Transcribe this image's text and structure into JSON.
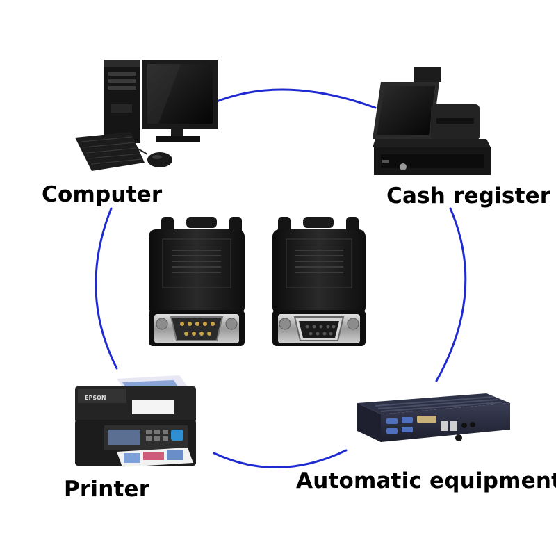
{
  "labels": {
    "computer": "Computer",
    "cash_register": "Cash register",
    "printer": "Printer",
    "automatic_equipment": "Automatic equipment"
  },
  "printer_brand": "EPSON",
  "colors": {
    "ring": "#1f2bd0",
    "device_dark": "#1b1b1b",
    "connector_metal": "#b8b8b8",
    "text": "#000000"
  },
  "icons": [
    "computer-icon",
    "cash-register-icon",
    "printer-icon",
    "industrial-pc-icon",
    "db9-male-connector-icon",
    "db9-female-connector-icon"
  ]
}
